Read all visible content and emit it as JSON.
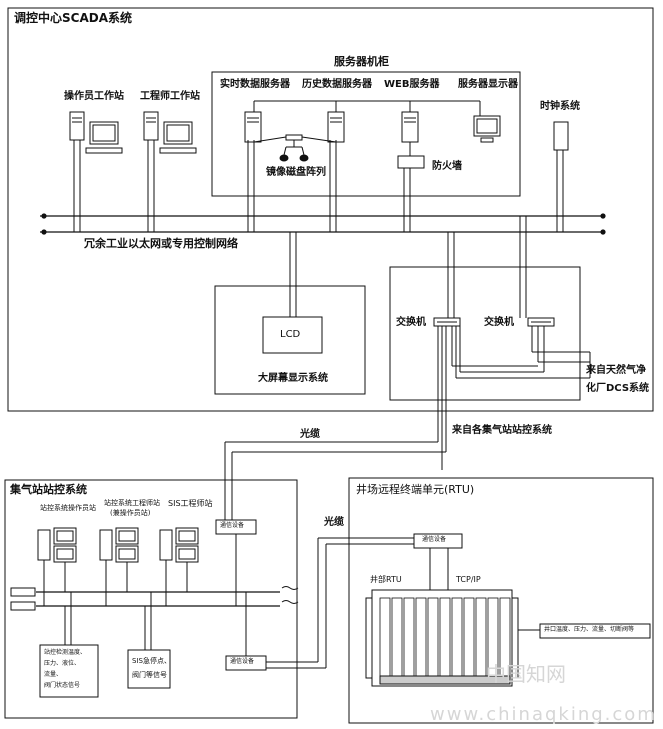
{
  "labels": {
    "control_center": "调控中心SCADA系统",
    "server_cabinet": "服务器机柜",
    "realtime_server": "实时数据服务器",
    "history_server": "历史数据服务器",
    "web_server": "WEB服务器",
    "server_display": "服务器显示器",
    "operator_station": "操作员工作站",
    "engineer_station": "工程师工作站",
    "clock_system": "时钟系统",
    "mirror_disk": "镜像磁盘阵列",
    "firewall": "防火墙",
    "redundant_network": "冗余工业以太网或专用控制网络",
    "lcd": "LCD",
    "big_screen": "大屏幕显示系统",
    "switch_1": "交换机",
    "switch_2": "交换机",
    "from_plant_dcs_1": "来自天然气净",
    "from_plant_dcs_2": "化厂DCS系统",
    "fiber_1": "光缆",
    "from_stations": "来自各集气站站控系统",
    "gas_station_system": "集气站站控系统",
    "station_operator": "站控系统操作员站",
    "station_engineer_1": "站控系统工程师站",
    "station_engineer_2": "(兼操作员站)",
    "sis_engineer": "SIS工程师站",
    "comm_device_1": "通信设备",
    "comm_device_2": "通信设备",
    "comm_device_3": "通信设备",
    "fiber_2": "光缆",
    "rtu_title": "井场远程终端单元(RTU)",
    "well_rtu": "井部RTU",
    "tcpip": "TCP/IP",
    "wellhead_signals": "井口温度、压力、流量、切断阀等",
    "station_signals_1": "站控检测温度、",
    "station_signals_2": "压力、液位、",
    "station_signals_3": "流量、",
    "station_signals_4": "阀门状态信号",
    "sis_signals_1": "SIS急停点、",
    "sis_signals_2": "阀门等信号",
    "watermark_cn": "中国知网",
    "watermark_url": "www.chinaqking.com"
  }
}
